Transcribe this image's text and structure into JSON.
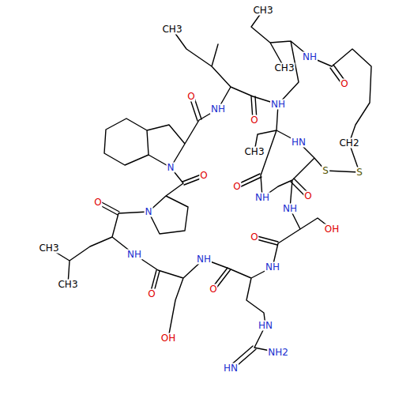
{
  "diagram": {
    "labels": [
      "CH3",
      "CH3",
      "NH",
      "CH3",
      "O",
      "O",
      "NH",
      "O",
      "NH",
      "CH2",
      "HN",
      "CH3",
      "O",
      "S",
      "S",
      "N",
      "O",
      "NH",
      "O",
      "N",
      "O",
      "NH",
      "OH",
      "O",
      "NH",
      "CH3",
      "CH3",
      "NH",
      "O",
      "NH",
      "O",
      "OH",
      "HN",
      "NH2",
      "HN"
    ]
  }
}
